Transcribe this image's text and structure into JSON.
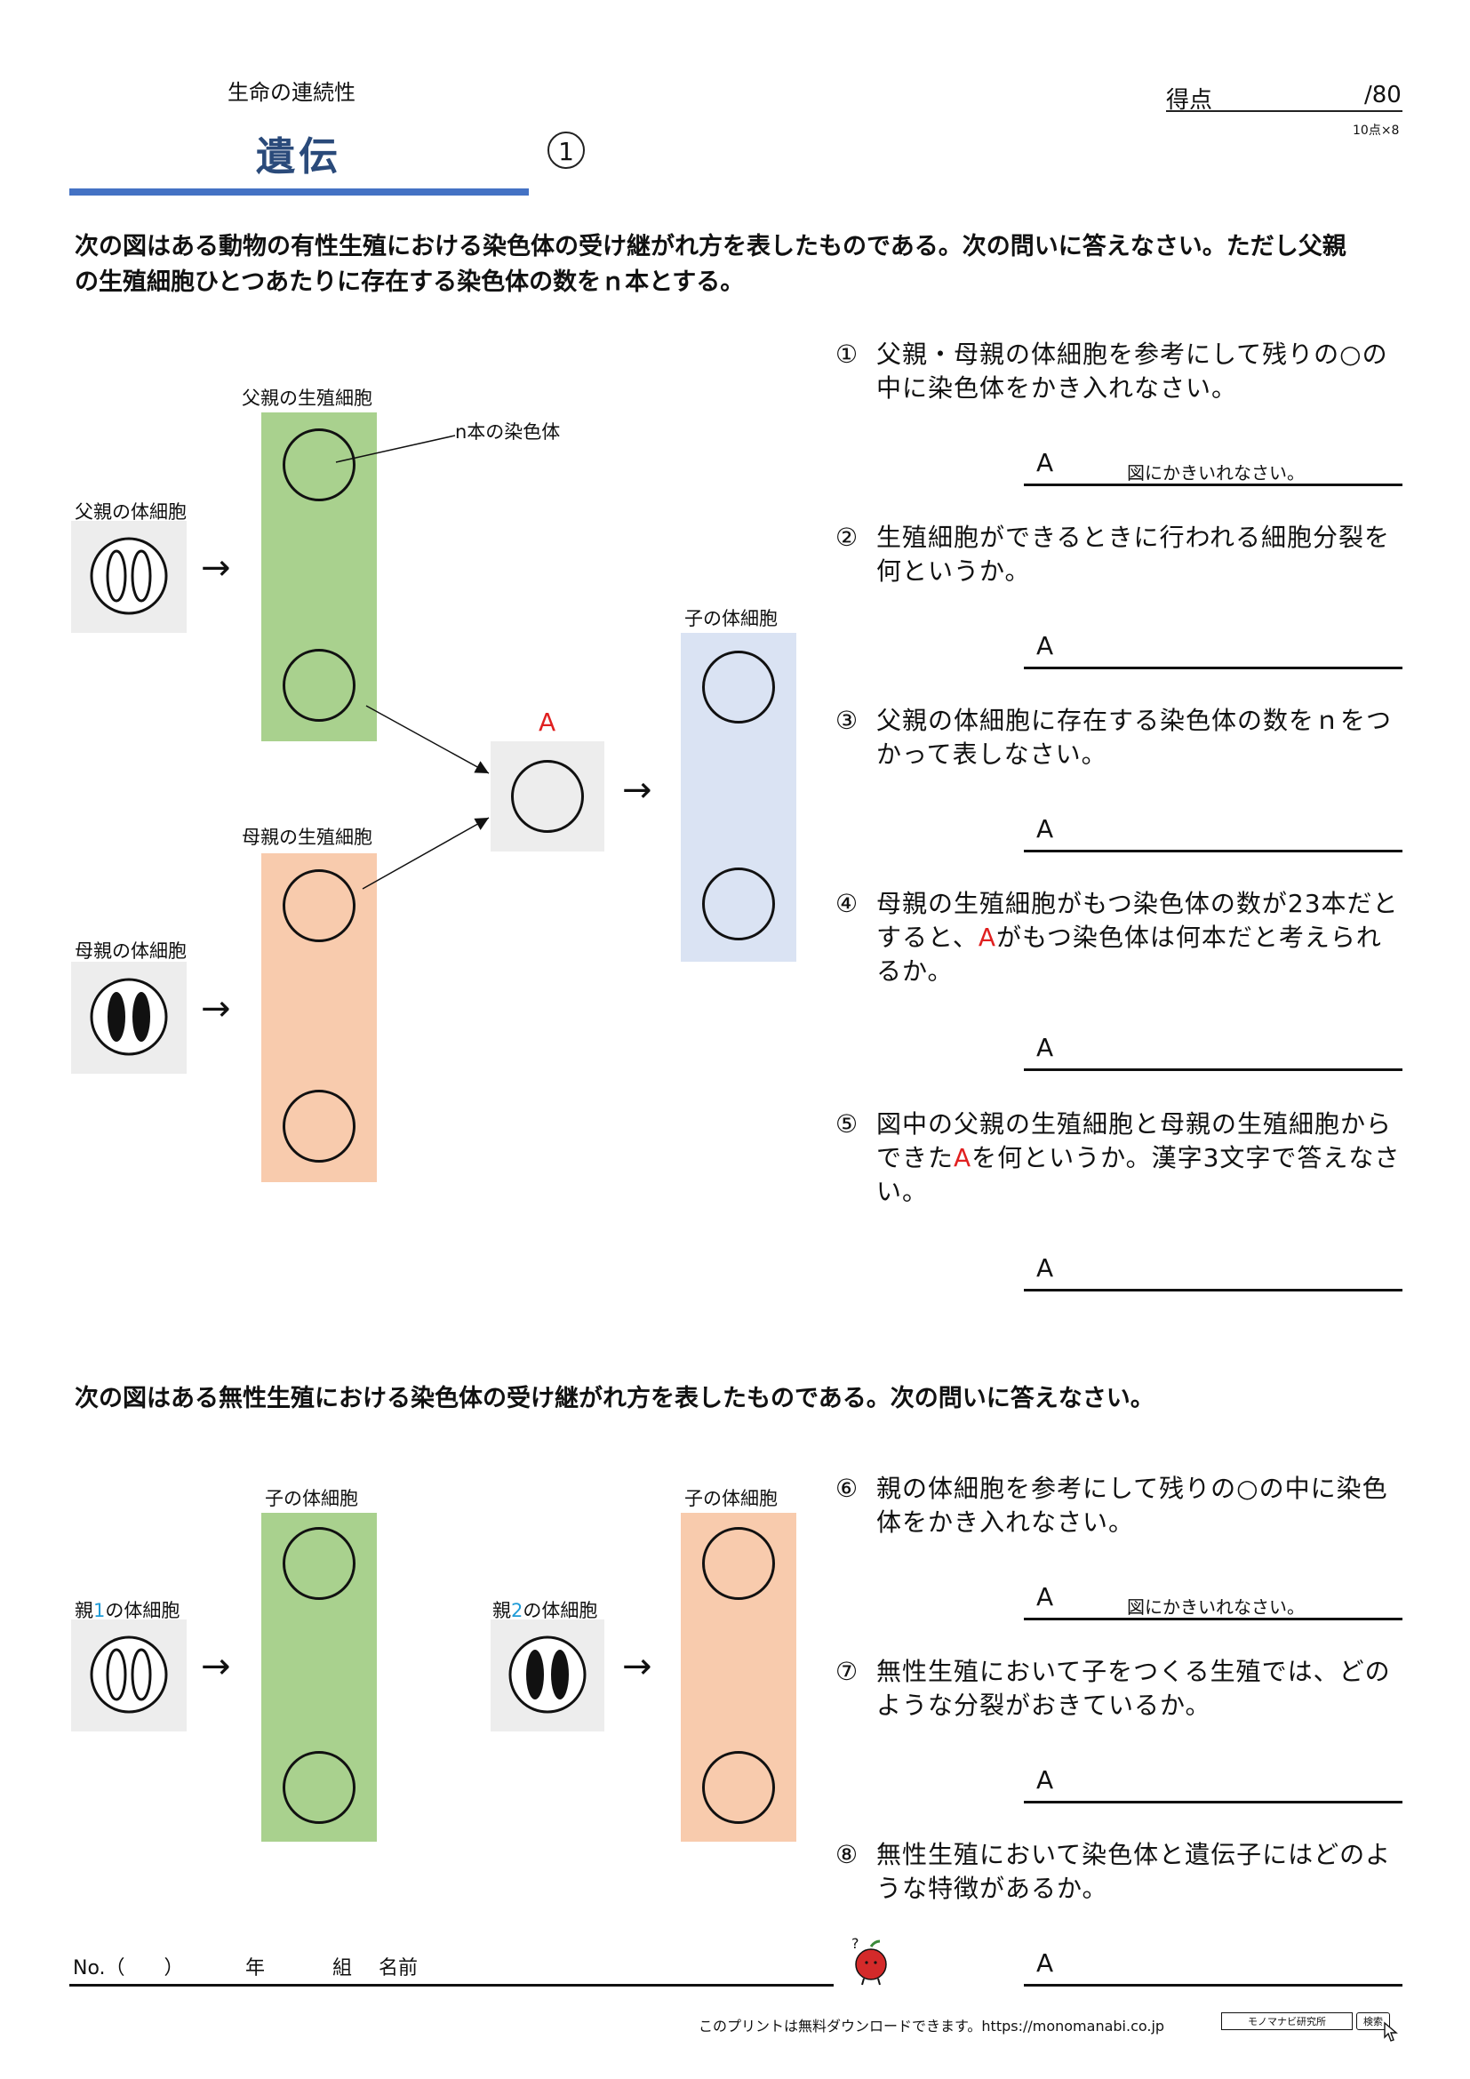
{
  "header": {
    "subject": "生命の連続性",
    "title": "遺伝",
    "unit_number": "1",
    "score_label": "得点",
    "score_max": "/80",
    "score_note": "10点×8"
  },
  "section1": {
    "instruction": "次の図はある動物の有性生殖における染色体の受け継がれ方を表したものである。次の問いに答えなさい。ただし父親の生殖細胞ひとつあたりに存在する染色体の数をｎ本とする。",
    "labels": {
      "father_germ": "父親の生殖細胞",
      "father_somatic": "父親の体細胞",
      "mother_germ": "母親の生殖細胞",
      "mother_somatic": "母親の体細胞",
      "child_somatic": "子の体細胞",
      "n_chromosomes": "n本の染色体",
      "a_marker": "A"
    },
    "questions": [
      {
        "num": "①",
        "text": "父親・母親の体細胞を参考にして残りの○の中に染色体をかき入れなさい。",
        "answer": "A",
        "hint": "図にかきいれなさい。"
      },
      {
        "num": "②",
        "text": "生殖細胞ができるときに行われる細胞分裂を何というか。",
        "answer": "A",
        "hint": ""
      },
      {
        "num": "③",
        "text": "父親の体細胞に存在する染色体の数をｎをつかって表しなさい。",
        "answer": "A",
        "hint": ""
      },
      {
        "num": "④",
        "text_before": "母親の生殖細胞がもつ染色体の数が23本だとすると、",
        "text_red": "A",
        "text_after": "がもつ染色体は何本だと考えられるか。",
        "answer": "A"
      },
      {
        "num": "⑤",
        "text_before": "図中の父親の生殖細胞と母親の生殖細胞からできた",
        "text_red": "A",
        "text_after": "を何というか。漢字3文字で答えなさい。",
        "answer": "A"
      }
    ]
  },
  "section2": {
    "instruction": "次の図はある無性生殖における染色体の受け継がれ方を表したものである。次の問いに答えなさい。",
    "labels": {
      "child1": "子の体細胞",
      "child2": "子の体細胞",
      "parent1_pre": "親",
      "parent1_num": "1",
      "parent1_post": "の体細胞",
      "parent2_pre": "親",
      "parent2_num": "2",
      "parent2_post": "の体細胞"
    },
    "questions": [
      {
        "num": "⑥",
        "text": "親の体細胞を参考にして残りの○の中に染色体をかき入れなさい。",
        "answer": "A",
        "hint": "図にかきいれなさい。"
      },
      {
        "num": "⑦",
        "text": "無性生殖において子をつくる生殖では、どのような分裂がおきているか。",
        "answer": "A"
      },
      {
        "num": "⑧",
        "text": "無性生殖において染色体と遺伝子にはどのような特徴があるか。",
        "answer": "A"
      }
    ]
  },
  "footer": {
    "no_label": "No.（　　）",
    "year_label": "年",
    "class_label": "組",
    "name_label": "名前",
    "download_text": "このプリントは無料ダウンロードできます。https://monomanabi.co.jp",
    "search_box": "モノマナビ研究所",
    "search_button": "検索"
  },
  "colors": {
    "green": "#a9d18e",
    "orange": "#f8cbad",
    "blue": "#dae3f3",
    "grey": "#ededed",
    "title_blue": "#2a4a7a",
    "bar_blue": "#4472c4",
    "red": "#e02020",
    "cyan": "#1e9bd7"
  }
}
